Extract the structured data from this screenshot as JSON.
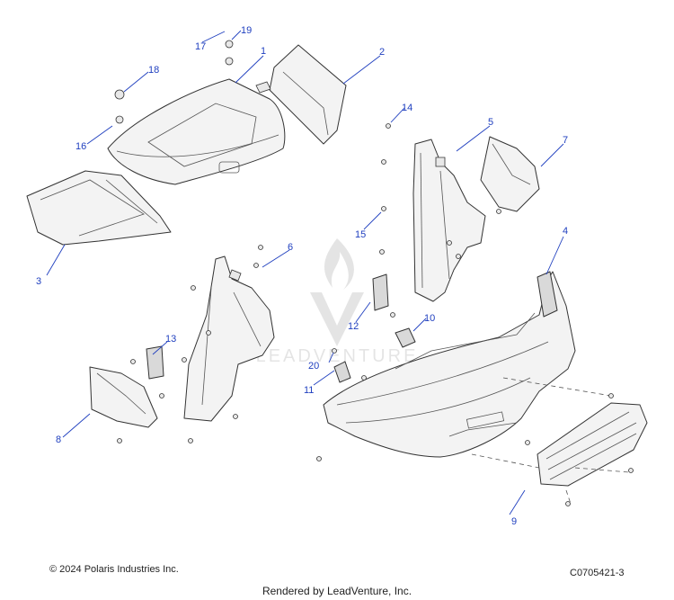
{
  "callouts": [
    {
      "id": "1",
      "label": "1"
    },
    {
      "id": "2",
      "label": "2"
    },
    {
      "id": "3",
      "label": "3"
    },
    {
      "id": "4",
      "label": "4"
    },
    {
      "id": "5",
      "label": "5"
    },
    {
      "id": "6",
      "label": "6"
    },
    {
      "id": "7",
      "label": "7"
    },
    {
      "id": "8",
      "label": "8"
    },
    {
      "id": "9",
      "label": "9"
    },
    {
      "id": "10",
      "label": "10"
    },
    {
      "id": "11",
      "label": "11"
    },
    {
      "id": "12",
      "label": "12"
    },
    {
      "id": "13",
      "label": "13"
    },
    {
      "id": "14",
      "label": "14"
    },
    {
      "id": "15",
      "label": "15"
    },
    {
      "id": "16",
      "label": "16"
    },
    {
      "id": "17",
      "label": "17"
    },
    {
      "id": "18",
      "label": "18"
    },
    {
      "id": "19",
      "label": "19"
    },
    {
      "id": "20",
      "label": "20"
    }
  ],
  "footer": {
    "copyright": "© 2024 Polaris Industries Inc.",
    "diagram_code": "C0705421-3",
    "rendered_by": "Rendered by LeadVenture, Inc."
  },
  "watermark": {
    "text": "LEADVENTURE"
  },
  "colors": {
    "callout": "#1f3fbf",
    "outline": "#333333"
  }
}
